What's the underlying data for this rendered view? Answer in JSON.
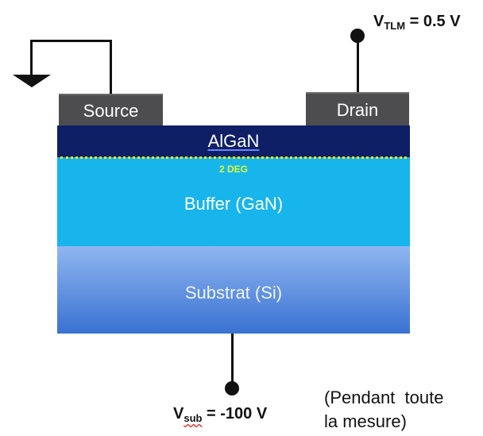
{
  "contacts": {
    "source": "Source",
    "drain": "Drain"
  },
  "layers": {
    "algan": "AlGaN",
    "twodeg": "2 DEG",
    "buffer": "Buffer (GaN)",
    "substrate": "Substrat (Si)"
  },
  "voltages": {
    "vtlm_symbol": "V",
    "vtlm_subscript": "TLM",
    "vtlm_value": " = 0.5 V",
    "vsub_symbol": "V",
    "vsub_subscript": "sub",
    "vsub_value": " = -100 V"
  },
  "note": {
    "line1": "(Pendant  toute",
    "line2": "la mesure)"
  },
  "colors": {
    "contact": "#4d4d4f",
    "algan": "#0e1f66",
    "twodeg": "#f2e600",
    "buffer": "#18b4ec",
    "substrate_top": "#8fb6f0",
    "substrate_bottom": "#3a72d2"
  }
}
